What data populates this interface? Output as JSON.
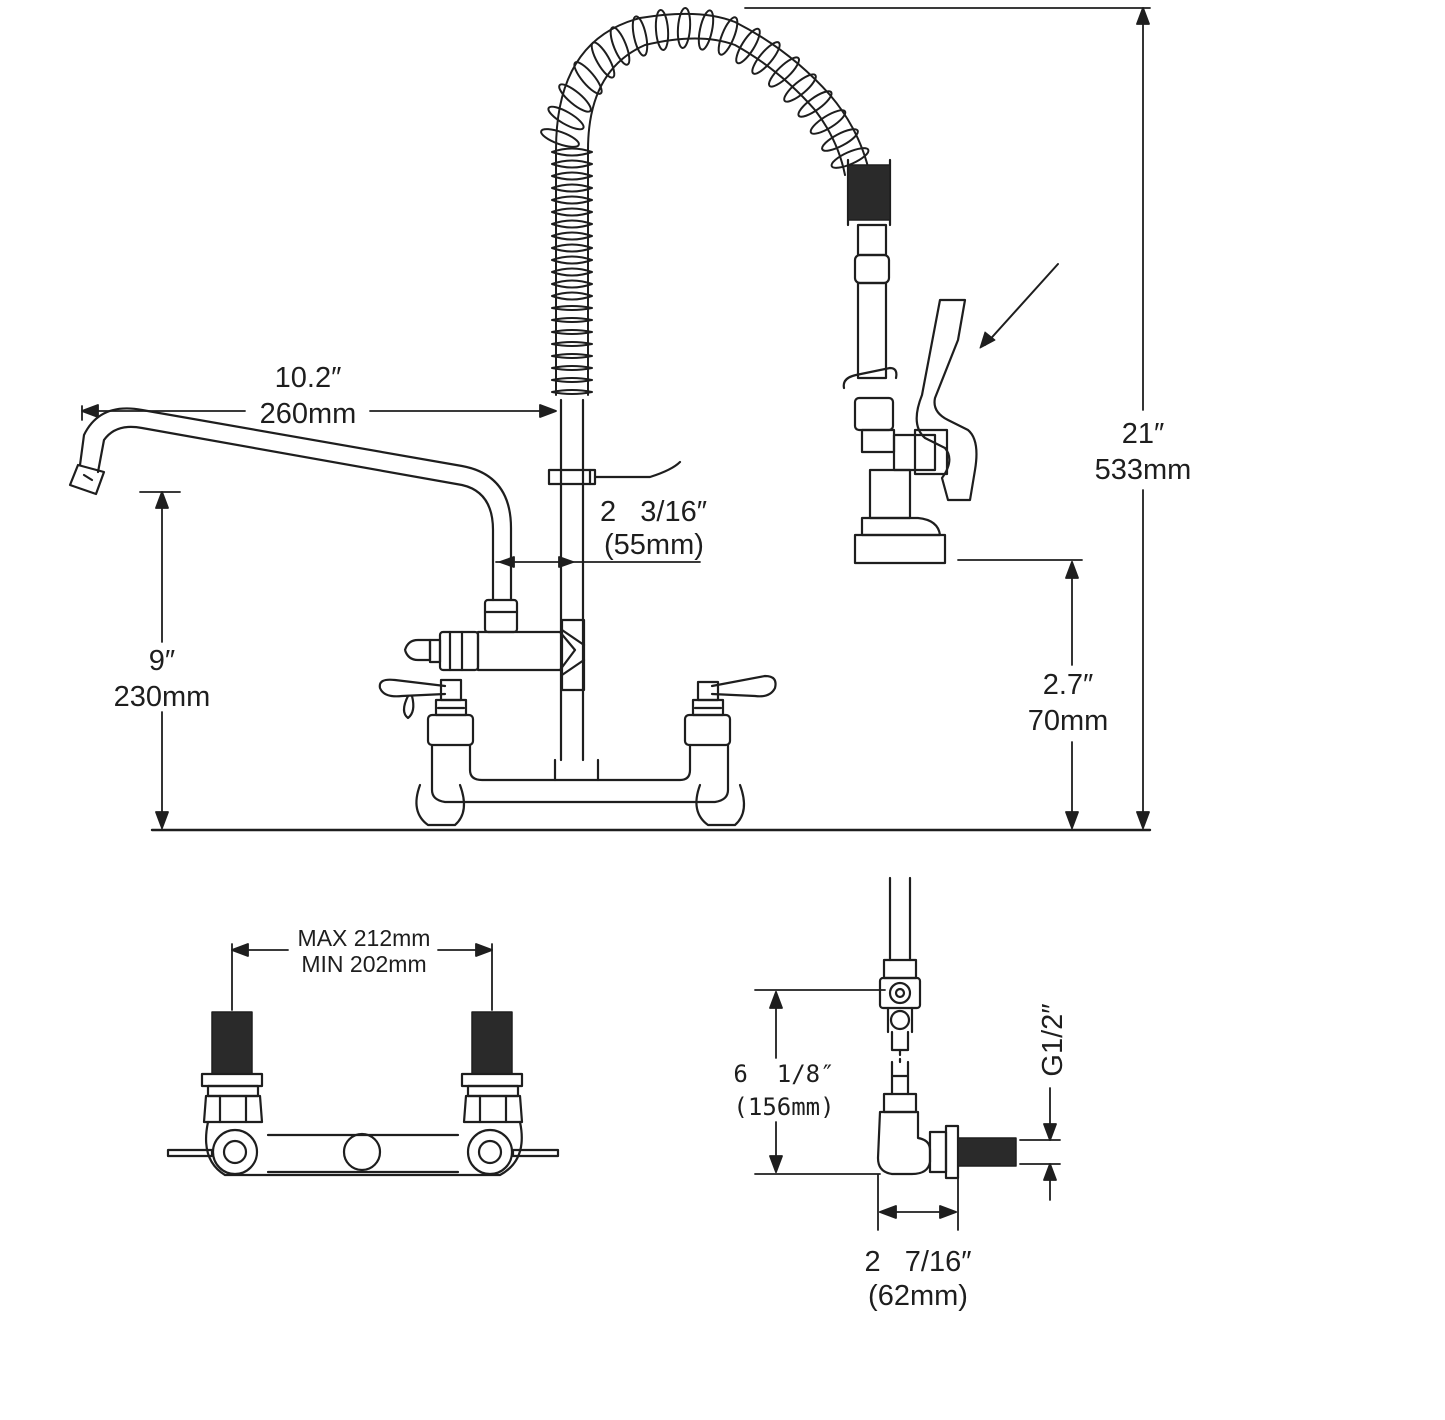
{
  "colors": {
    "line": "#1e1e1e",
    "background": "#ffffff",
    "dark_fill": "#2a2a2a"
  },
  "dimensions": {
    "spout_reach": {
      "inch": "10.2″",
      "mm": "260mm"
    },
    "spout_offset": {
      "inch": "2   3/16″",
      "mm": "(55mm)"
    },
    "spout_height": {
      "inch": "9″",
      "mm": "230mm"
    },
    "total_height": {
      "inch": "21″",
      "mm": "533mm"
    },
    "sprayer_clearance": {
      "inch": "2.7″",
      "mm": "70mm"
    },
    "inlet_spacing": {
      "max": "MAX 212mm",
      "min": "MIN 202mm"
    },
    "side_height": {
      "inch": "6  1/8″",
      "mm": "(156mm)"
    },
    "side_depth": {
      "inch": "2   7/16″",
      "mm": "(62mm)"
    },
    "thread": "G1/2″"
  }
}
